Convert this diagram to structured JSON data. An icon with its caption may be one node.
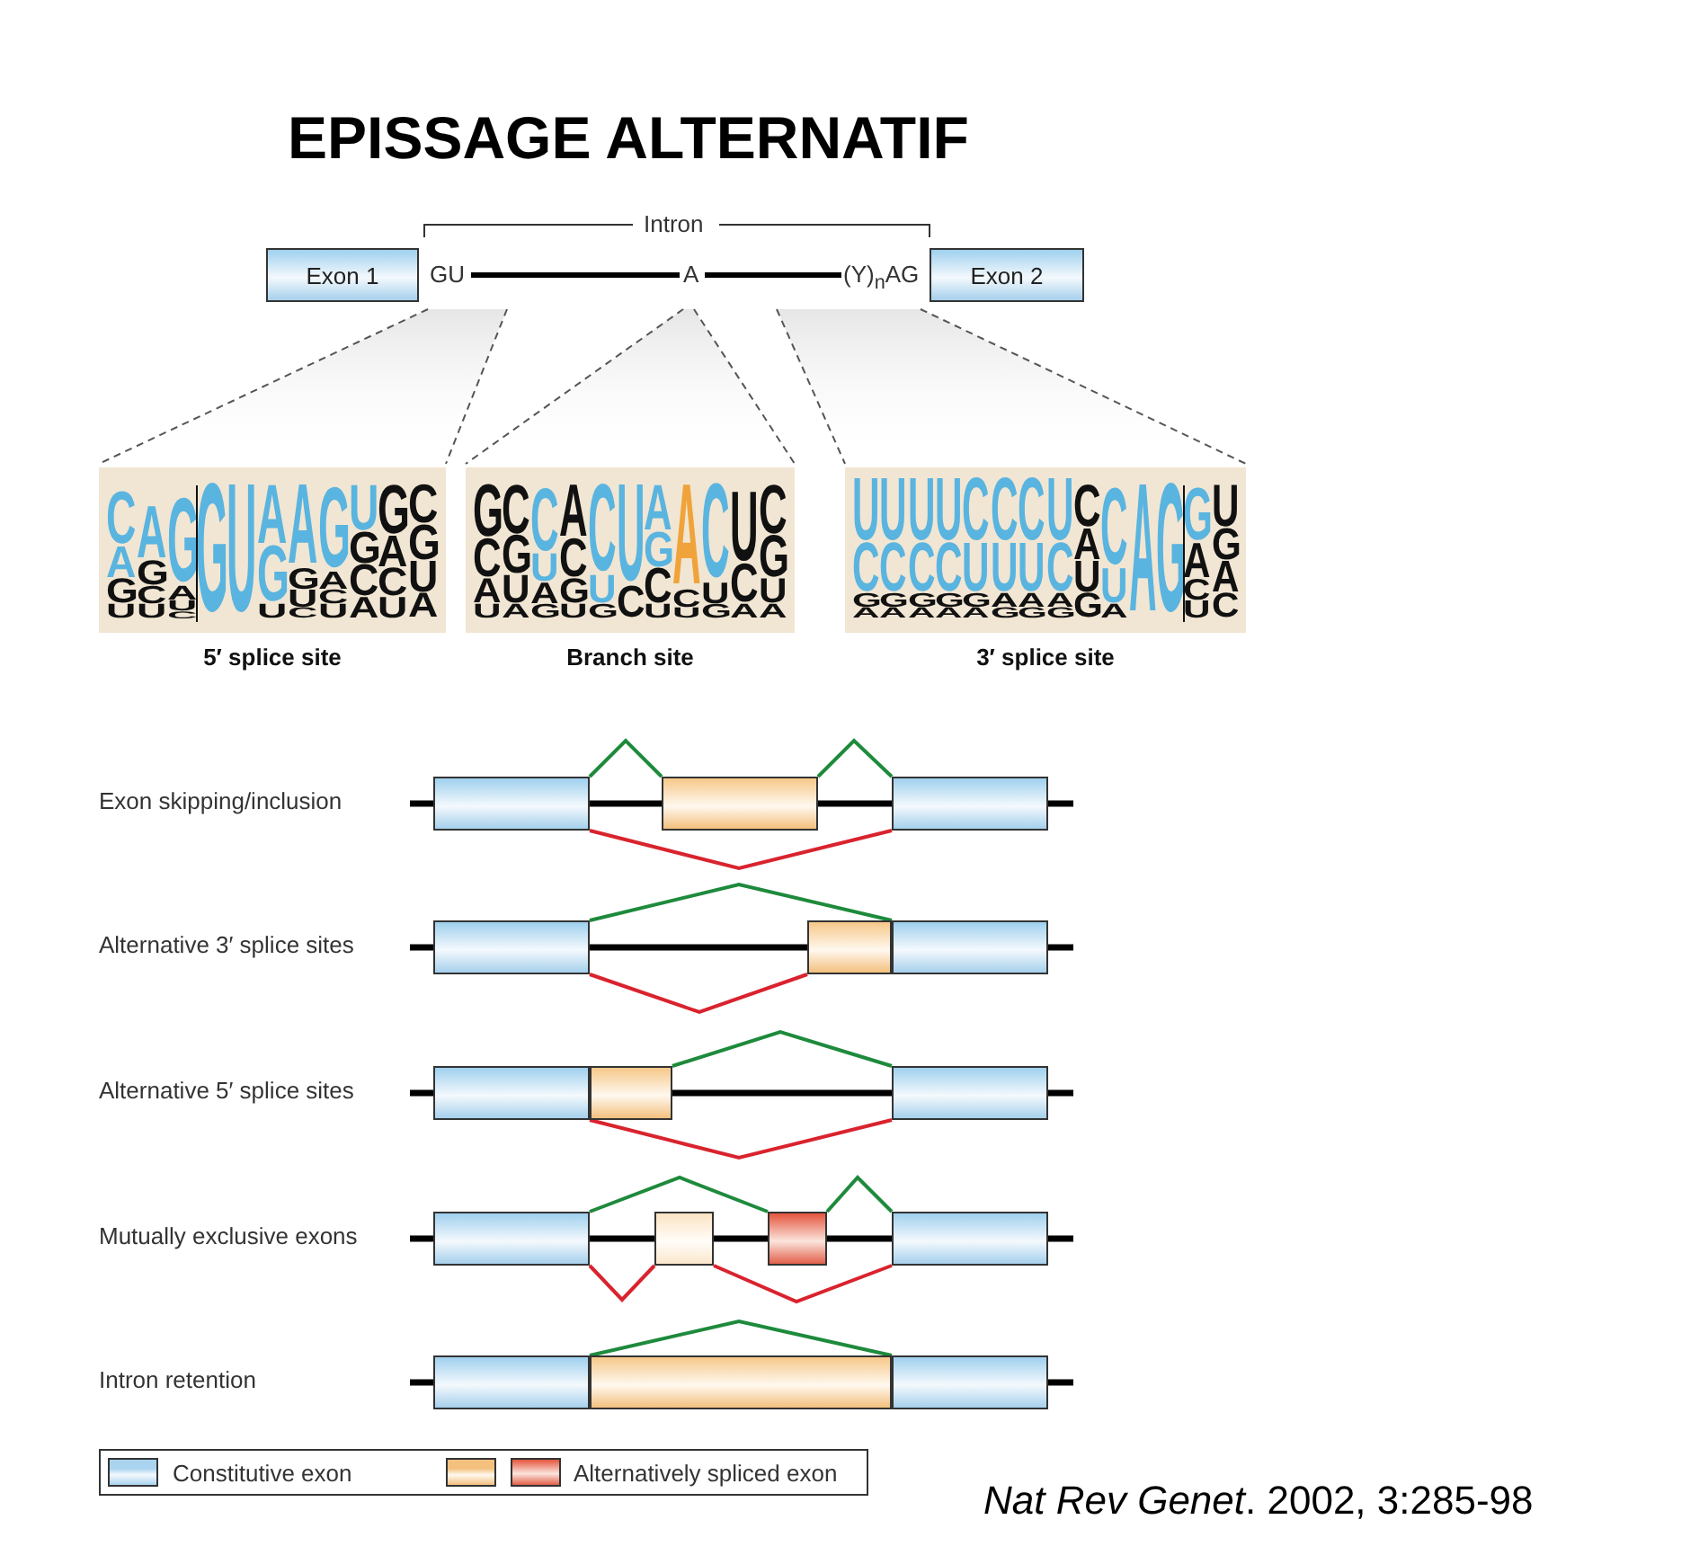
{
  "diagram": {
    "title": "EPISSAGE ALTERNATIF",
    "caption": "*Nat Rev Genet*. 2002, 3:285-98",
    "nodes": [
      {
        "text": [
          "Exon 1"
        ]
      },
      {
        "text": [
          "Exon 2"
        ]
      },
      {
        "text": [
          "5′ splice site"
        ]
      },
      {
        "text": [
          "Branch site"
        ]
      },
      {
        "text": [
          "3′ splice site"
        ]
      },
      {
        "text": [],
        "shape": "box"
      },
      {
        "text": [],
        "shape": "box"
      },
      {
        "text": [],
        "shape": "box"
      },
      {
        "text": [],
        "shape": "box"
      },
      {
        "text": [],
        "shape": "box"
      },
      {
        "text": [],
        "shape": "box"
      },
      {
        "text": [],
        "shape": "box"
      },
      {
        "text": [],
        "shape": "box"
      },
      {
        "text": [],
        "shape": "box"
      },
      {
        "text": [],
        "shape": "box"
      },
      {
        "text": [],
        "shape": "box"
      },
      {
        "text": [],
        "shape": "box"
      },
      {
        "text": [],
        "shape": "box"
      },
      {
        "text": [],
        "shape": "box"
      },
      {
        "text": [],
        "shape": "box"
      },
      {
        "text": [],
        "shape": "box"
      }
    ],
    "edges": [
      {
        "from": 5,
        "to": 6,
        "arrow": "none"
      },
      {
        "from": 6,
        "to": 7,
        "arrow": "none"
      },
      {
        "from": 5,
        "to": 7,
        "arrow": "none",
        "color": "#d9232e"
      },
      {
        "from": 8,
        "to": 10,
        "arrow": "none"
      },
      {
        "from": 8,
        "to": 9,
        "arrow": "none",
        "color": "#d9232e"
      },
      {
        "from": 12,
        "to": 13,
        "arrow": "none"
      },
      {
        "from": 11,
        "to": 13,
        "arrow": "none",
        "color": "#d9232e"
      },
      {
        "from": 14,
        "to": 16,
        "arrow": "none"
      },
      {
        "from": 16,
        "to": 17,
        "arrow": "none"
      },
      {
        "from": 14,
        "to": 15,
        "arrow": "none",
        "color": "#d9232e"
      },
      {
        "from": 15,
        "to": 17,
        "arrow": "none",
        "color": "#d9232e"
      },
      {
        "from": 18,
        "to": 20,
        "arrow": "none"
      }
    ],
    "labels": [
      "Intron",
      "GU",
      "A",
      "(Y)$_{n}$AG",
      "CAGU",
      "AGCU",
      "GAUC",
      "G",
      "U",
      "AGU",
      "AGUC",
      "GACU",
      "UGCA",
      "GACU",
      "CGUA",
      "GCAU",
      "CGUA",
      "CUAG",
      "ACGU",
      "CUG",
      "UC",
      "AGCU",
      "ACU",
      "CUG",
      "UCA",
      "CGUA",
      "UCGA",
      "UCGA",
      "UCGA",
      "UCGA",
      "CUGA",
      "CUAG",
      "CUAG",
      "UCAG",
      "CAUG",
      "CUA",
      "A",
      "G",
      "GACU",
      "UGAC",
      "Exon skipping/inclusion",
      "Alternative 3′ splice sites",
      "Alternative 5′ splice sites",
      "Mutually exclusive exons",
      "Intron retention"
    ],
    "legend": [
      {
        "text": "Constitutive exon",
        "color": "#a9d3ef"
      },
      {
        "text": "Alternatively spliced exon",
        "color": "#f3c07e"
      }
    ]
  }
}
